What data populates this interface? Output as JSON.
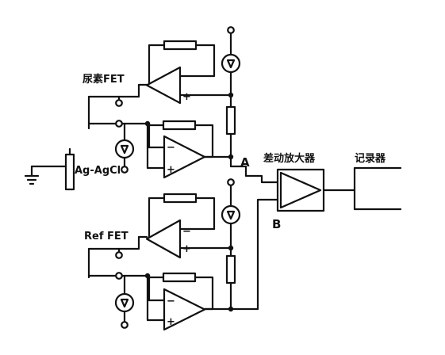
{
  "labels": {
    "urea_fet": "尿素FET",
    "ref_fet": "Ref FET",
    "electrode": "Ag-AgCl",
    "diff_amp": "差动放大器",
    "recorder": "记录器",
    "node_a": "A",
    "node_b": "B"
  },
  "opamp_signs": {
    "minus": "−",
    "plus": "+"
  },
  "colors": {
    "ink": "#111111",
    "background": "#ffffff"
  },
  "symbols": {
    "ground": "ground-symbol",
    "current_source": "current-source-symbol",
    "terminal": "open-terminal-symbol",
    "resistor": "resistor-symbol",
    "opamp": "opamp-symbol"
  }
}
